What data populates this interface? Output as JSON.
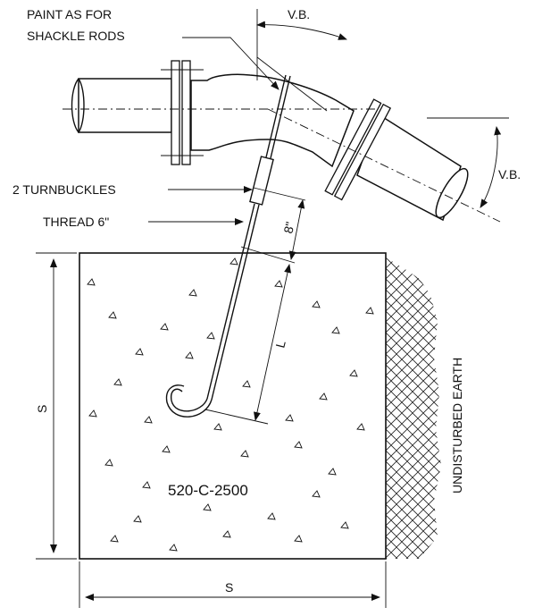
{
  "labels": {
    "paint_line1": "PAINT AS FOR",
    "paint_line2": "SHACKLE RODS",
    "vb_top": "V.B.",
    "vb_right": "V.B.",
    "turnbuckles": "2 TURNBUCKLES",
    "thread": "THREAD 6\"",
    "dim_8": "8\"",
    "dim_L": "L",
    "dim_S_left": "S",
    "dim_S_bottom": "S",
    "concrete_spec": "520-C-2500",
    "earth": "UNDISTURBED EARTH"
  }
}
